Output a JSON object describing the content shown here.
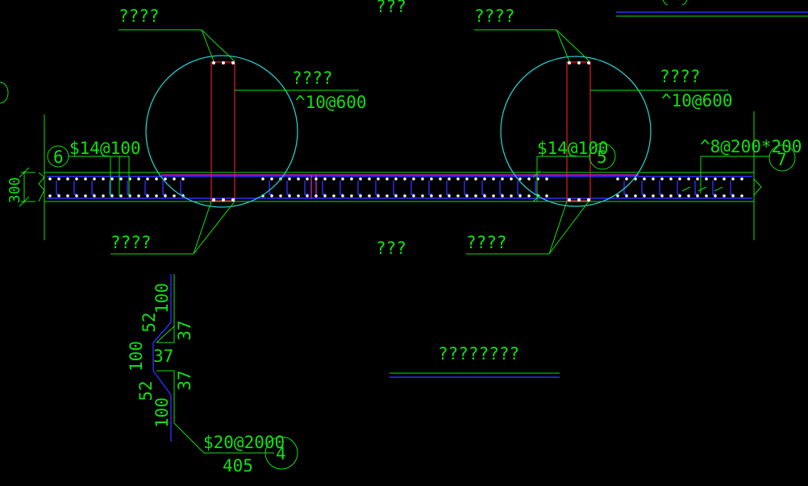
{
  "labels": {
    "top_left_q": "????",
    "top_center_q": "???",
    "top_mid_q": "????",
    "circle_left_q": "????",
    "circle_left_spec": "^10@600",
    "circle_right_q": "????",
    "circle_right_spec": "^10@600",
    "left_beam_spec": "$14@100",
    "mid_beam_spec": "$14@100",
    "right_beam_spec": "^8@200*200",
    "tag_6": "6",
    "tag_5": "5",
    "tag_7": "7",
    "dim_300": "300",
    "bottom_left_q": "????",
    "bottom_center_q": "???",
    "bottom_right_q": "????",
    "detail_100_top": "100",
    "detail_52": "52",
    "detail_37_a": "37",
    "detail_100_mid": "100",
    "detail_37_b": "37",
    "detail_52_b": "52",
    "detail_37_c": "37",
    "detail_100_bot": "100",
    "detail_spec": "$20@2000",
    "detail_len": "405",
    "tag_4": "4",
    "section_title": "????????"
  },
  "colors": {
    "background": "#000000",
    "annotation": "#11e011",
    "pile_circle": "#26c9c9",
    "pile_section": "#e02222",
    "rebar": "#2f2fff",
    "bar_highlight": "#c424c4",
    "rebar_dot": "#ffffff"
  }
}
